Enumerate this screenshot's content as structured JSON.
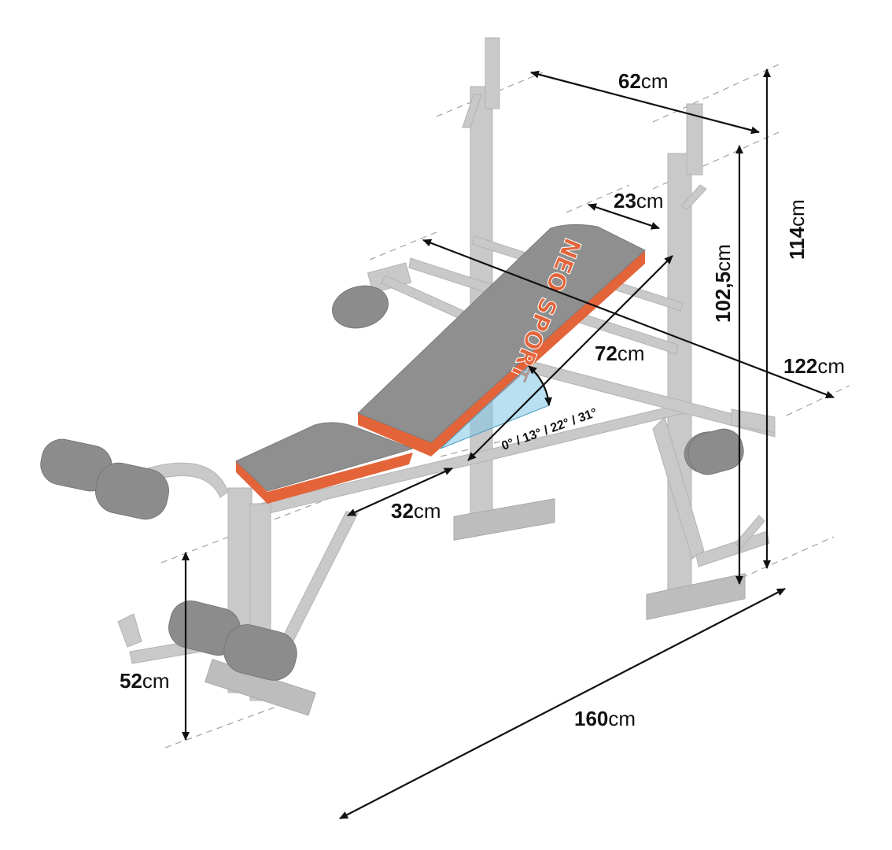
{
  "brand_logo": {
    "text": "NEO SPORT",
    "color": "#e4643a"
  },
  "colors": {
    "frame": "#c9c9c9",
    "pad": "#8f8f8f",
    "pad_edge": "#e4643a",
    "angle_fill": "#7fc7e6"
  },
  "dimensions": {
    "width_top": {
      "value": "62",
      "unit": "cm"
    },
    "backrest_width": {
      "value": "23",
      "unit": "cm"
    },
    "height_total": {
      "value": "114",
      "unit": "cm"
    },
    "height_rack": {
      "value": "102,5",
      "unit": "cm"
    },
    "backrest_length": {
      "value": "72",
      "unit": "cm"
    },
    "depth": {
      "value": "122",
      "unit": "cm"
    },
    "seat_length": {
      "value": "32",
      "unit": "cm"
    },
    "seat_height": {
      "value": "52",
      "unit": "cm"
    },
    "length_total": {
      "value": "160",
      "unit": "cm"
    }
  },
  "angles": {
    "label": "0° / 13° / 22° / 31°"
  }
}
